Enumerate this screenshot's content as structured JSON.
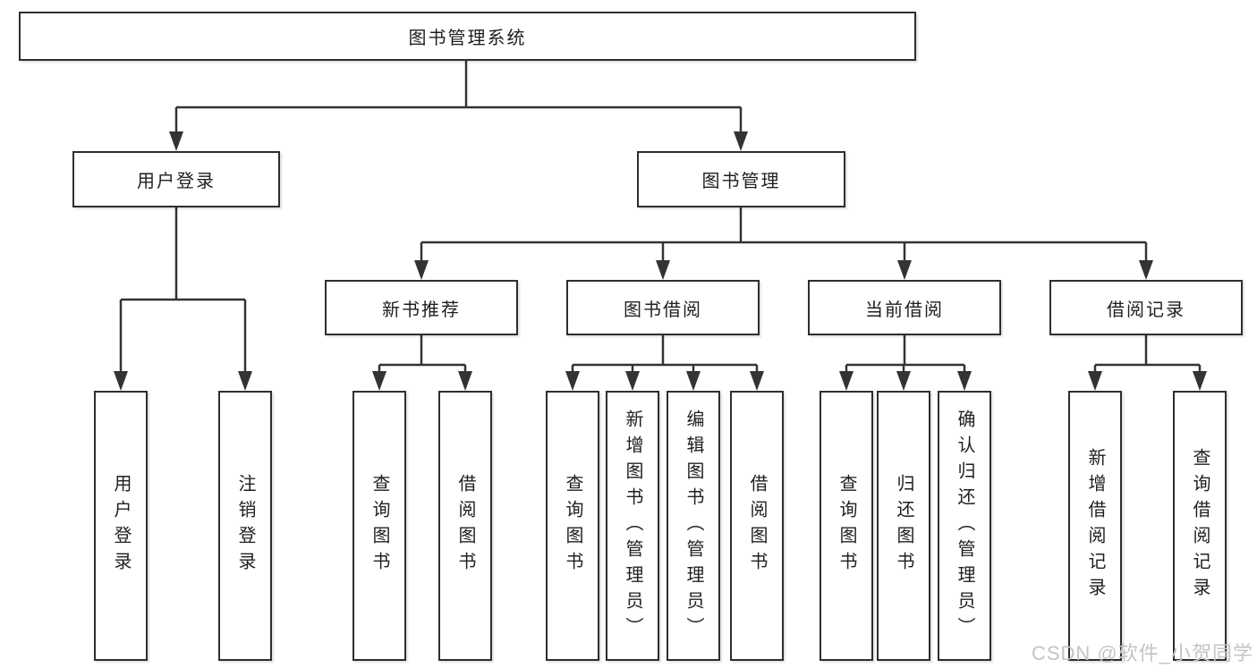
{
  "diagram": {
    "root": {
      "label": "图书管理系统"
    },
    "branches": [
      {
        "label": "用户登录",
        "children": [
          {
            "label": "用户登录"
          },
          {
            "label": "注销登录"
          }
        ]
      },
      {
        "label": "图书管理",
        "children": [
          {
            "label": "新书推荐",
            "children": [
              {
                "label": "查询图书"
              },
              {
                "label": "借阅图书"
              }
            ]
          },
          {
            "label": "图书借阅",
            "children": [
              {
                "label": "查询图书"
              },
              {
                "label": "新增图书（管理员）"
              },
              {
                "label": "编辑图书（管理员）"
              },
              {
                "label": "借阅图书"
              }
            ]
          },
          {
            "label": "当前借阅",
            "children": [
              {
                "label": "查询图书"
              },
              {
                "label": "归还图书"
              },
              {
                "label": "确认归还（管理员）"
              }
            ]
          },
          {
            "label": "借阅记录",
            "children": [
              {
                "label": "新增借阅记录"
              },
              {
                "label": "查询借阅记录"
              }
            ]
          }
        ]
      }
    ]
  },
  "watermark": {
    "text": "CSDN @软件_小贺同学"
  },
  "colors": {
    "line": "#333333",
    "box_border": "#2e2e2e",
    "text": "#1f1f1f",
    "watermark": "#c3c4c8",
    "background": "#ffffff"
  }
}
